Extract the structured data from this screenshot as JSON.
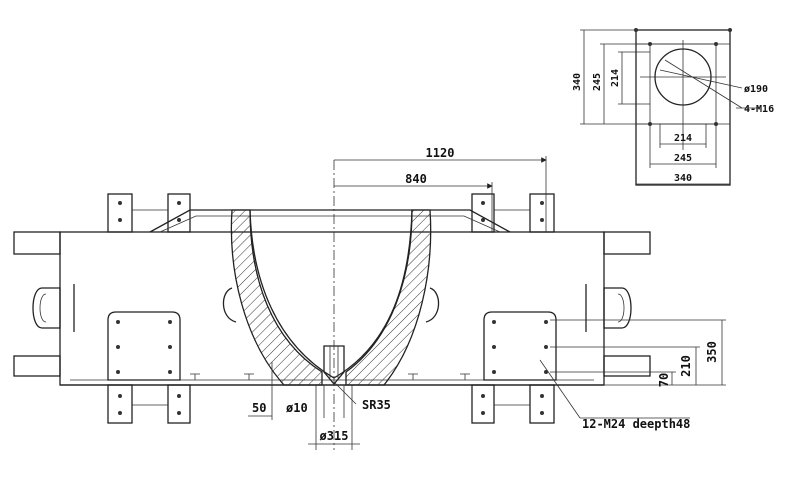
{
  "labels": {
    "main_width_outer": "1120",
    "main_width_inner": "840",
    "height_350": "350",
    "height_210": "210",
    "height_70": "70",
    "dim_50": "50",
    "dia_10": "ø10",
    "sr_35": "SR35",
    "dia_315": "ø315",
    "bolt_note": "12-M24 deepth48",
    "top_340_h": "340",
    "top_245_h": "245",
    "top_214_h": "214",
    "top_dia_190": "ø190",
    "top_m16": "4-M16",
    "top_214_w": "214",
    "top_245_w": "245",
    "top_340_w": "340"
  }
}
